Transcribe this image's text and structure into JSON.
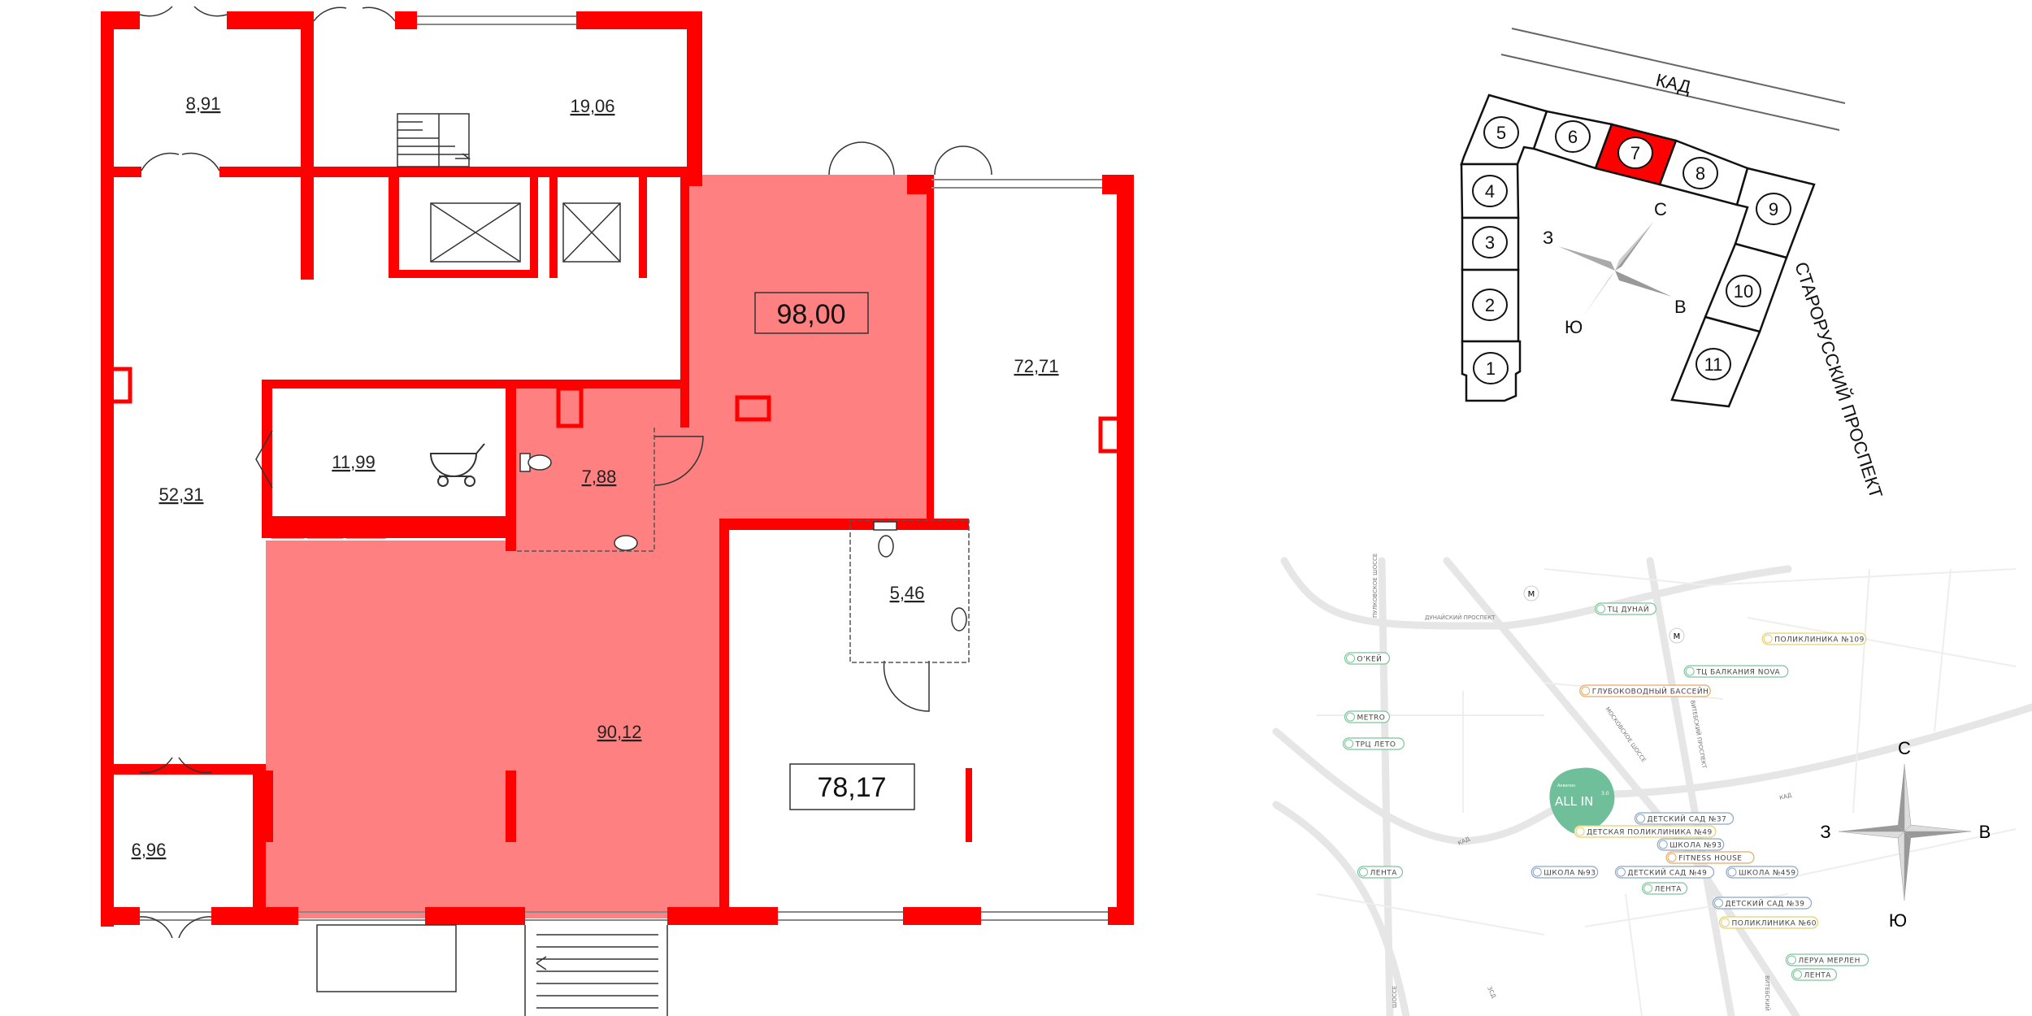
{
  "floor_plan": {
    "highlight_color": "#ff8080",
    "wall_color": "#ff0000",
    "rooms": [
      {
        "id": "r1",
        "area": "8,91"
      },
      {
        "id": "r2",
        "area": "19,06"
      },
      {
        "id": "r3",
        "area": "98,00"
      },
      {
        "id": "r4",
        "area": "72,71"
      },
      {
        "id": "r5",
        "area": "52,31"
      },
      {
        "id": "r6",
        "area": "11,99"
      },
      {
        "id": "r7",
        "area": "7,88"
      },
      {
        "id": "r8",
        "area": "5,46"
      },
      {
        "id": "r9",
        "area": "90,12"
      },
      {
        "id": "r10",
        "area": "78,17"
      },
      {
        "id": "r11",
        "area": "6,96"
      }
    ]
  },
  "site_scheme": {
    "highlight_color": "#ff0000",
    "highlighted_section": "7",
    "sections": [
      "1",
      "2",
      "3",
      "4",
      "5",
      "6",
      "7",
      "8",
      "9",
      "10",
      "11"
    ],
    "road_top": "КАД",
    "road_right": "СТАРОРУССКИЙ ПРОСПЕКТ",
    "compass": {
      "n": "С",
      "w": "З",
      "e": "В",
      "s": "Ю"
    }
  },
  "location_map": {
    "project_logo": {
      "brand": "Аквилон",
      "name": "ALL IN",
      "sup": "3.0",
      "color": "#6fbf9a"
    },
    "roads": [
      "ДУНАЙСКИЙ ПРОСПЕКТ",
      "КАД",
      "КАД",
      "МОСКОВСКОЕ ШОССЕ",
      "ВИТЕБСКИЙ ПРОСПЕКТ",
      "ПУЛКОВСКОЕ ШОССЕ",
      "ЗСД",
      "ШОССЕ",
      "ВИТЕБСКИЙ"
    ],
    "pois": [
      {
        "label": "ТЦ ДУНАЙ",
        "kind": "shop"
      },
      {
        "label": "ПОЛИКЛИНИКА №109",
        "kind": "clinic"
      },
      {
        "label": "О'КЕЙ",
        "kind": "shop"
      },
      {
        "label": "ТЦ БАЛКАНИЯ NOVA",
        "kind": "shop"
      },
      {
        "label": "ГЛУБОКОВОДНЫЙ БАССЕЙН",
        "kind": "sport"
      },
      {
        "label": "METRO",
        "kind": "shop"
      },
      {
        "label": "ТРЦ ЛЕТО",
        "kind": "shop"
      },
      {
        "label": "ДЕТСКИЙ САД №37",
        "kind": "school"
      },
      {
        "label": "ДЕТСКАЯ ПОЛИКЛИНИКА №49",
        "kind": "clinic"
      },
      {
        "label": "ШКОЛА №93",
        "kind": "school"
      },
      {
        "label": "FITNESS HOUSE",
        "kind": "sport"
      },
      {
        "label": "ШКОЛА №93",
        "kind": "school"
      },
      {
        "label": "ДЕТСКИЙ САД №49",
        "kind": "school"
      },
      {
        "label": "ШКОЛА №459",
        "kind": "school"
      },
      {
        "label": "ЛЕНТА",
        "kind": "shop"
      },
      {
        "label": "ЛЕНТА",
        "kind": "shop"
      },
      {
        "label": "ДЕТСКИЙ САД №39",
        "kind": "school"
      },
      {
        "label": "ПОЛИКЛИНИКА №60",
        "kind": "clinic"
      },
      {
        "label": "ЛЕРУА МЕРЛЕН",
        "kind": "shop"
      },
      {
        "label": "ЛЕНТА",
        "kind": "shop"
      }
    ],
    "kind_colors": {
      "shop": "#7cc49a",
      "clinic": "#e6cf6e",
      "school": "#8aa6c8",
      "sport": "#e8a86a"
    },
    "metro_icon": "metro-icon",
    "compass": {
      "n": "С",
      "w": "З",
      "e": "В",
      "s": "Ю"
    }
  }
}
